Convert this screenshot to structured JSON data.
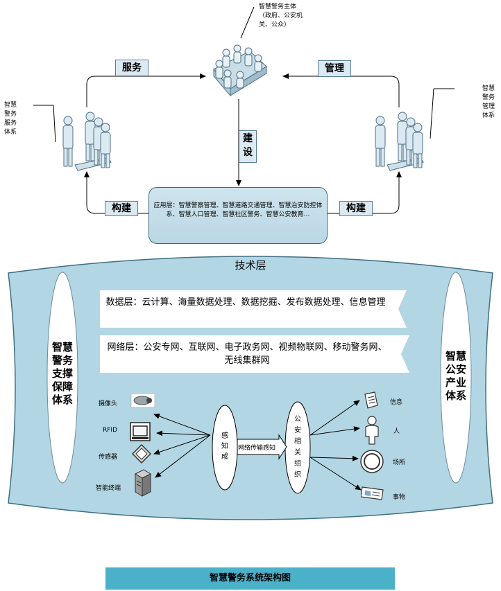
{
  "top": {
    "subject_note": "智慧警务主体\n（政府、公安机\n关、公众）",
    "left_note": "智慧\n警务\n服务\n体系",
    "right_note": "智慧\n警务\n管理\n体系",
    "service_label": "服务",
    "manage_label": "管理",
    "build_vertical": "建\n设",
    "build_left": "构建",
    "build_right": "构建",
    "app_layer": "应用层：智慧警察管理、智慧道路交通管理、智慧治安防控体系、智慧人口管理、智慧社区警务、智慧公安教育…"
  },
  "tech": {
    "title": "技术层",
    "left_pillar": "智慧\n警务\n支撑\n保障\n体系",
    "right_pillar": "智慧\n公安\n产业\n体系",
    "data_layer": "数据层：云计算、海量数据处理、数据挖掘、发布数据处理、信息管理",
    "network_layer": "网络层：公安专网、互联网、电子政务网、视频物联网、移动警务网、无线集群网",
    "devices": [
      "摄像头",
      "RFID",
      "传感器",
      "智能终端"
    ],
    "perception": "感\n知\n成",
    "transmission": "网络传输感知",
    "org": "公\n安\n相\n关\n组\n织",
    "targets": [
      "信息",
      "人",
      "场所",
      "事物"
    ]
  },
  "caption": "智慧警务系统架构图",
  "colors": {
    "tech_bg": "#b2d6e3",
    "caption_bg": "#4bb1c9",
    "label_bg": "#dbe9f2"
  }
}
